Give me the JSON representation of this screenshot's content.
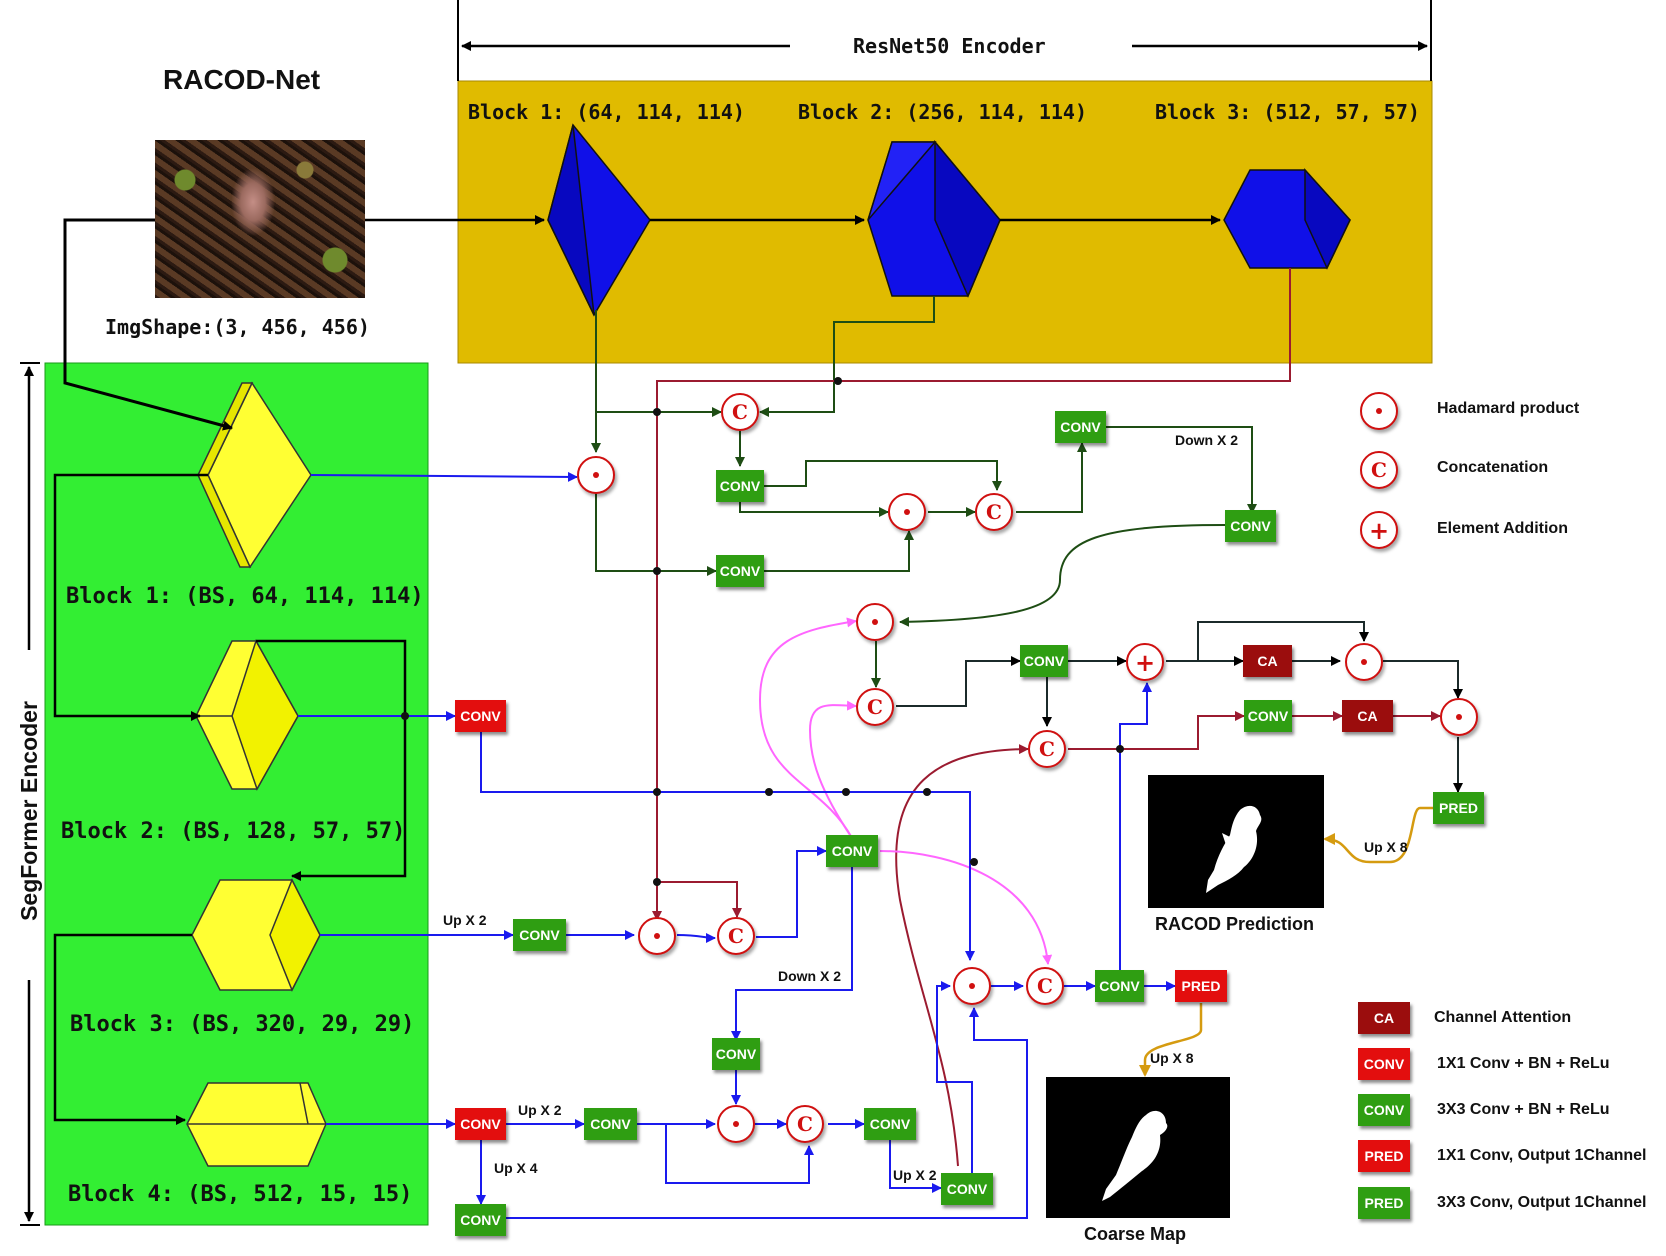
{
  "title": "RACOD-Net",
  "input": {
    "shape_label": "ImgShape:(3, 456, 456)"
  },
  "resnet": {
    "title": "ResNet50 Encoder",
    "blocks": [
      "Block 1: (64, 114, 114)",
      "Block 2: (256, 114, 114)",
      "Block 3: (512, 57, 57)"
    ]
  },
  "segformer": {
    "title": "SegFormer Encoder",
    "blocks": [
      "Block 1: (BS, 64, 114, 114)",
      "Block 2: (BS, 128, 57, 57)",
      "Block 3: (BS, 320, 29, 29)",
      "Block 4: (BS, 512, 15, 15)"
    ]
  },
  "modules": {
    "conv": "CONV",
    "pred": "PRED",
    "ca": "CA",
    "concat": "C",
    "add": "+"
  },
  "flow_labels": {
    "down_x2_top": "Down X 2",
    "down_x2_mid": "Down X 2",
    "up_x2_b3": "Up X 2",
    "up_x2_b4": "Up X 2",
    "up_x4": "Up X 4",
    "up_x2_low": "Up X 2",
    "up_x8_racod": "Up X 8",
    "up_x8_coarse": "Up X 8"
  },
  "outputs": {
    "racod": "RACOD Prediction",
    "coarse": "Coarse Map"
  },
  "legend": {
    "hadamard": "Hadamard product",
    "concat": "Concatenation",
    "addition": "Element Addition",
    "ca": "Channel Attention",
    "conv1": "1X1 Conv + BN + ReLu",
    "conv3": "3X3 Conv + BN + ReLu",
    "pred1": "1X1 Conv, Output 1Channel",
    "pred3": "3X3 Conv, Output 1Channel"
  },
  "colors": {
    "resnet_bg": "#e0bb00",
    "segformer_bg": "#33ee33",
    "resnet_block": "#0a0adf",
    "seg_block": "#ffff33",
    "conv_green": "#2f9e12",
    "conv_red": "#e30e0e",
    "ca": "#9b0d0d",
    "dark_green_line": "#1e4d14",
    "blue_line": "#1a1aee",
    "maroon_line": "#9b1b30",
    "pink_line": "#ff66ff",
    "gold_line": "#d59b10"
  }
}
